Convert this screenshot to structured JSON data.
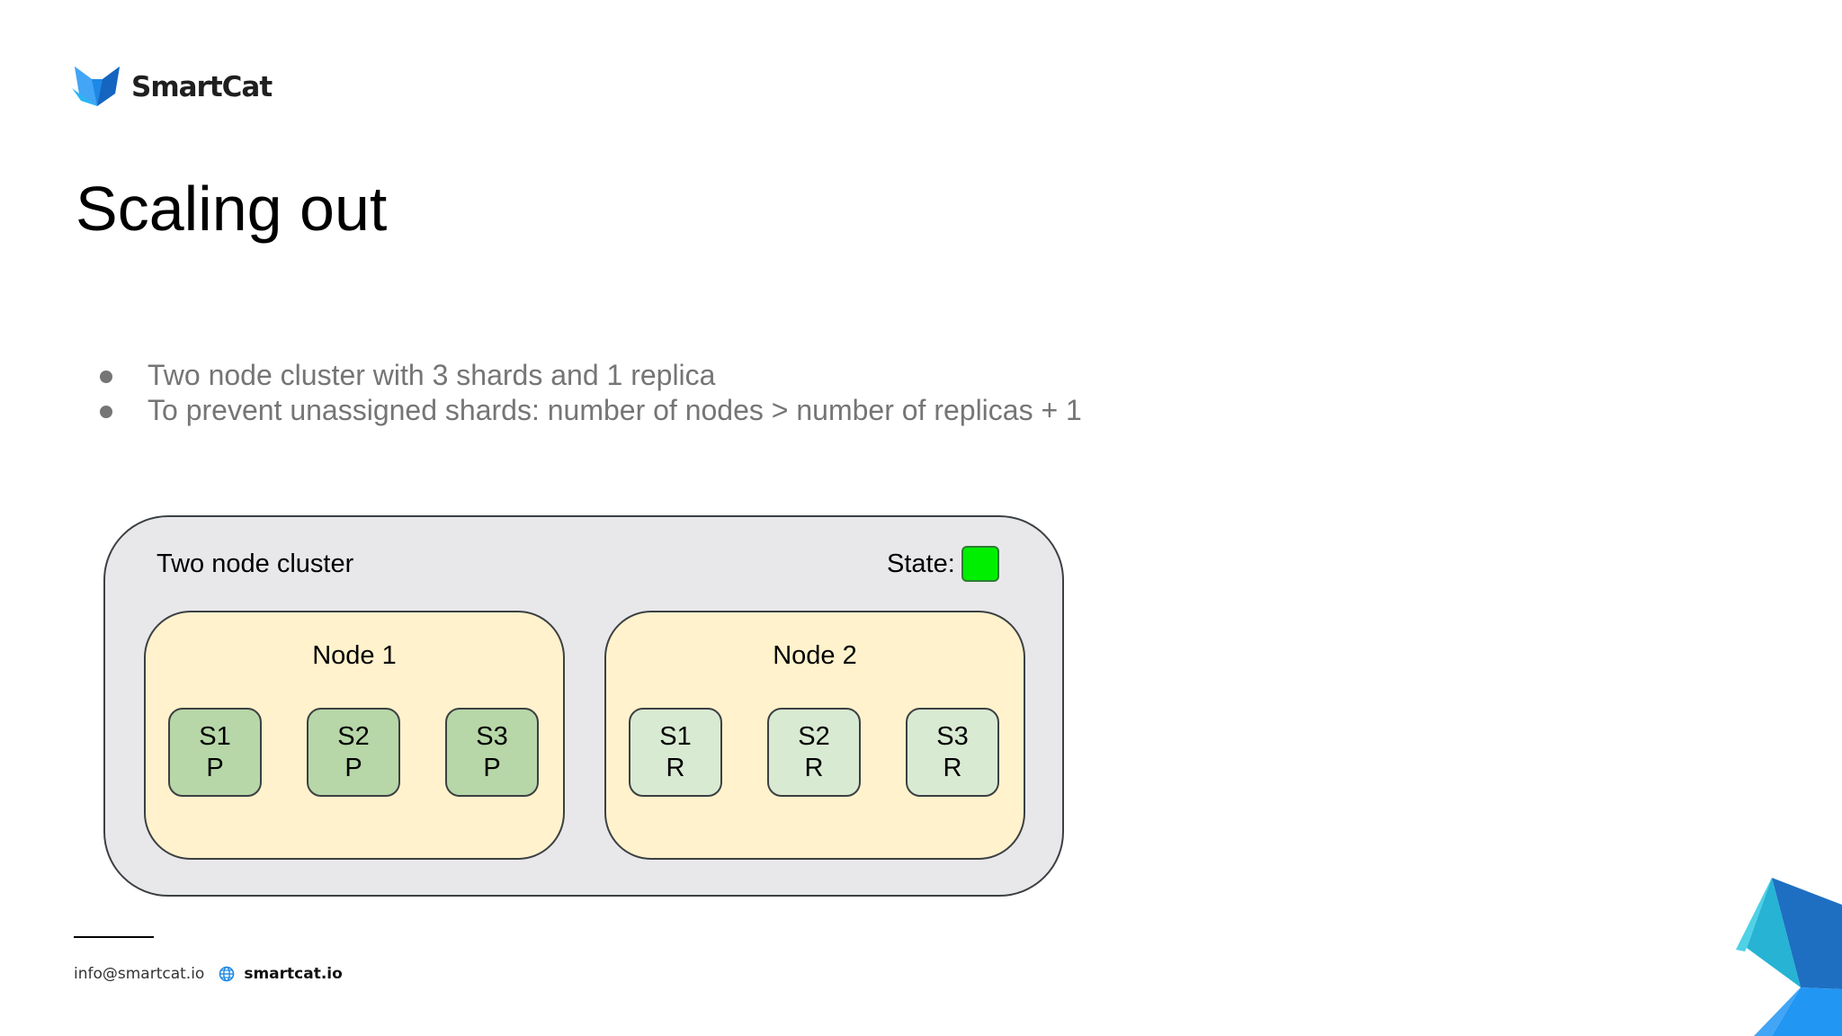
{
  "logo": {
    "text": "SmartCat"
  },
  "slide": {
    "title": "Scaling out",
    "bullets": [
      "Two node cluster with 3 shards and 1 replica",
      "To prevent unassigned shards: number of nodes > number of replicas + 1"
    ]
  },
  "diagram": {
    "cluster_label": "Two node cluster",
    "state_label": "State:",
    "state_color": "#00ee00",
    "nodes": [
      {
        "label": "Node 1",
        "shards": [
          {
            "id": "S1",
            "role": "P"
          },
          {
            "id": "S2",
            "role": "P"
          },
          {
            "id": "S3",
            "role": "P"
          }
        ]
      },
      {
        "label": "Node 2",
        "shards": [
          {
            "id": "S1",
            "role": "R"
          },
          {
            "id": "S2",
            "role": "R"
          },
          {
            "id": "S3",
            "role": "R"
          }
        ]
      }
    ]
  },
  "footer": {
    "email": "info@smartcat.io",
    "website": "smartcat.io"
  }
}
